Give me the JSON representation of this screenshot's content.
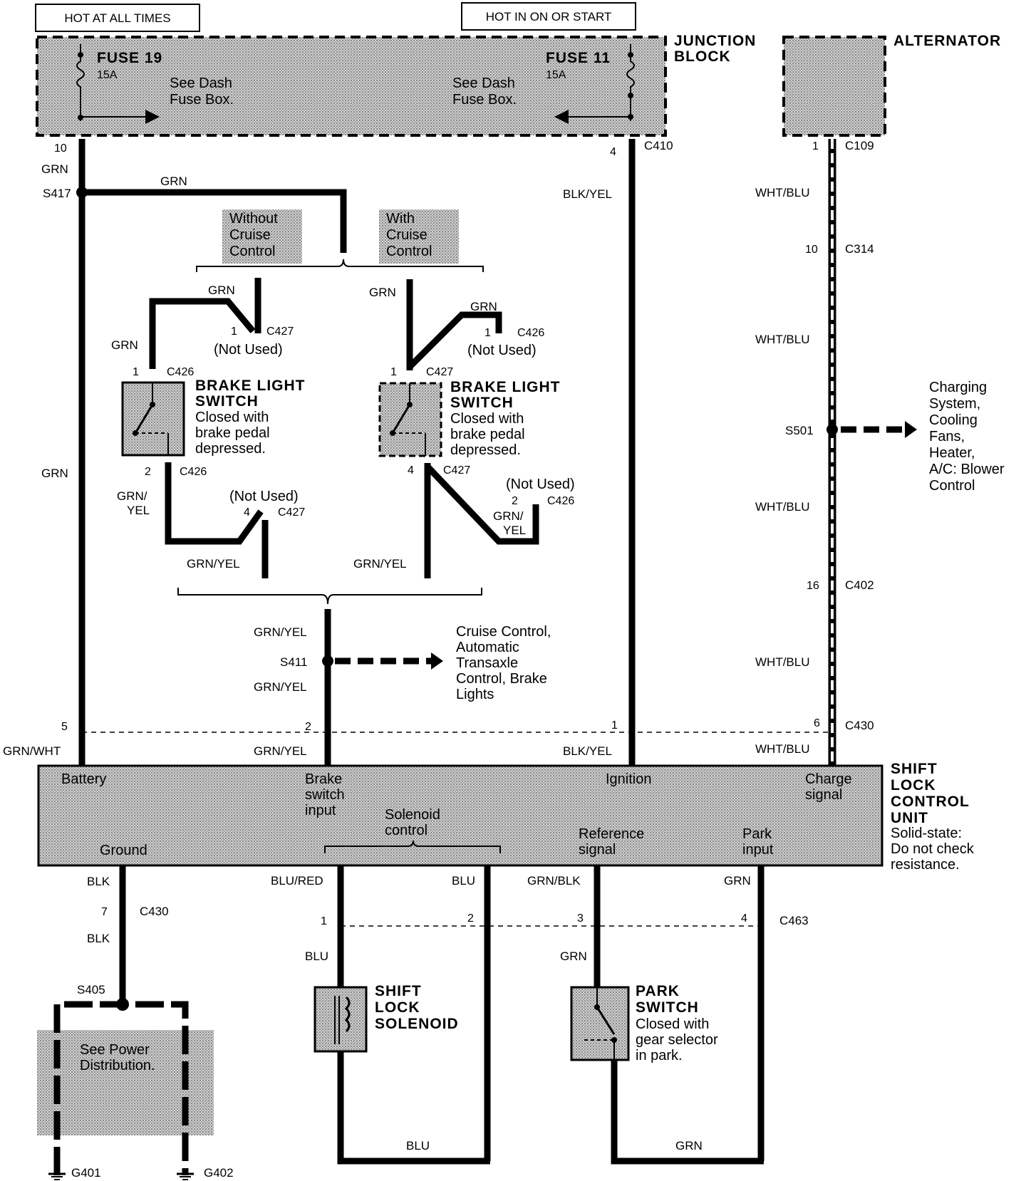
{
  "headers": {
    "hot_at_all_times": "HOT AT ALL TIMES",
    "hot_in_on_or_start": "HOT IN ON OR START"
  },
  "junction_block": {
    "title_line1": "JUNCTION",
    "title_line2": "BLOCK",
    "fuse19": "FUSE 19",
    "fuse19_rating": "15A",
    "fuse11": "FUSE 11",
    "fuse11_rating": "15A",
    "see_dash1_line1": "See Dash",
    "see_dash1_line2": "Fuse Box.",
    "see_dash2_line1": "See Dash",
    "see_dash2_line2": "Fuse Box."
  },
  "alternator": {
    "title": "ALTERNATOR"
  },
  "connectors": {
    "c410": "C410",
    "c109": "C109",
    "c314": "C314",
    "c402": "C402",
    "c430": "C430",
    "c463": "C463",
    "c426": "C426",
    "c427": "C427"
  },
  "splices": {
    "s417": "S417",
    "s411": "S411",
    "s501": "S501",
    "s405": "S405"
  },
  "grounds": {
    "g401": "G401",
    "g402": "G402"
  },
  "wire_colors": {
    "grn": "GRN",
    "blk_yel": "BLK/YEL",
    "wht_blu": "WHT/BLU",
    "grn_yel": "GRN/YEL",
    "grn_yel_stacked_1": "GRN/",
    "grn_yel_stacked_2": "YEL",
    "grn_wht": "GRN/WHT",
    "blk": "BLK",
    "blu_red": "BLU/RED",
    "blu": "BLU",
    "grn_blk": "GRN/BLK"
  },
  "options": {
    "without_line1": "Without",
    "without_line2": "Cruise",
    "without_line3": "Control",
    "with_line1": "With",
    "with_line2": "Cruise",
    "with_line3": "Control",
    "not_used": "(Not Used)"
  },
  "brake_switch": {
    "title_line1": "BRAKE LIGHT",
    "title_line2": "SWITCH",
    "desc_line1": "Closed with",
    "desc_line2": "brake pedal",
    "desc_line3": "depressed."
  },
  "cruise_note": {
    "line1": "Cruise Control,",
    "line2": "Automatic",
    "line3": "Transaxle",
    "line4": "Control, Brake",
    "line5": "Lights"
  },
  "charging_note": {
    "line1": "Charging",
    "line2": "System,",
    "line3": "Cooling",
    "line4": "Fans,",
    "line5": "Heater,",
    "line6": "A/C: Blower",
    "line7": "Control"
  },
  "control_unit": {
    "title_line1": "SHIFT",
    "title_line2": "LOCK",
    "title_line3": "CONTROL",
    "title_line4": "UNIT",
    "note_line1": "Solid-state:",
    "note_line2": "Do not check",
    "note_line3": "resistance.",
    "battery": "Battery",
    "brake_line1": "Brake",
    "brake_line2": "switch",
    "brake_line3": "input",
    "ignition": "Ignition",
    "charge_line1": "Charge",
    "charge_line2": "signal",
    "ground": "Ground",
    "solenoid_line1": "Solenoid",
    "solenoid_line2": "control",
    "reference_line1": "Reference",
    "reference_line2": "signal",
    "park_line1": "Park",
    "park_line2": "input"
  },
  "solenoid": {
    "title_line1": "SHIFT",
    "title_line2": "LOCK",
    "title_line3": "SOLENOID"
  },
  "park_switch": {
    "title_line1": "PARK",
    "title_line2": "SWITCH",
    "desc_line1": "Closed with",
    "desc_line2": "gear selector",
    "desc_line3": "in park."
  },
  "power_dist": {
    "line1": "See Power",
    "line2": "Distribution."
  },
  "pins": {
    "p1": "1",
    "p2": "2",
    "p3": "3",
    "p4": "4",
    "p5": "5",
    "p6": "6",
    "p7": "7",
    "p10": "10",
    "p16": "16"
  }
}
